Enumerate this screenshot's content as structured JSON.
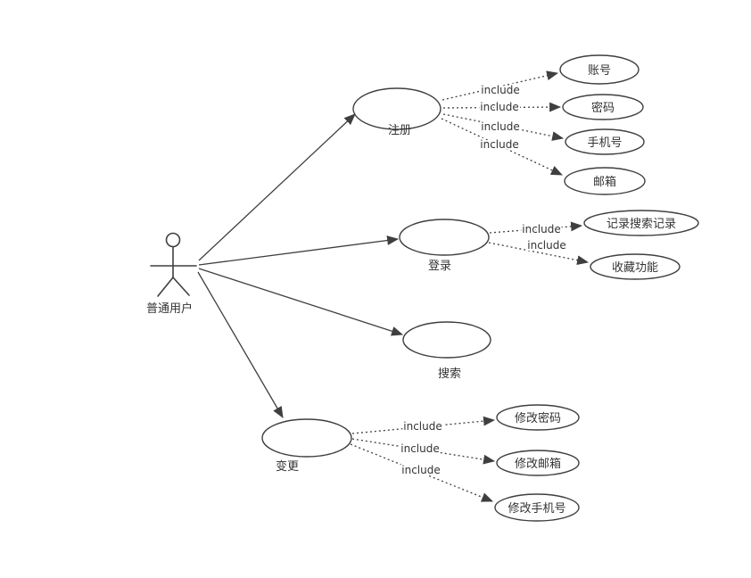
{
  "diagram": {
    "type": "uml-use-case",
    "actor": {
      "label": "普通用户"
    },
    "use_cases": [
      {
        "id": "register",
        "label": "注册"
      },
      {
        "id": "login",
        "label": "登录"
      },
      {
        "id": "search",
        "label": "搜索"
      },
      {
        "id": "change",
        "label": "变更"
      }
    ],
    "sub_use_cases": [
      {
        "id": "account",
        "label": "账号"
      },
      {
        "id": "password",
        "label": "密码"
      },
      {
        "id": "phone",
        "label": "手机号"
      },
      {
        "id": "email",
        "label": "邮箱"
      },
      {
        "id": "record_search_history",
        "label": "记录搜索记录"
      },
      {
        "id": "favorites",
        "label": "收藏功能"
      },
      {
        "id": "change_password",
        "label": "修改密码"
      },
      {
        "id": "change_email",
        "label": "修改邮箱"
      },
      {
        "id": "change_phone",
        "label": "修改手机号"
      }
    ],
    "associations": [
      {
        "from": "普通用户",
        "to": "注册"
      },
      {
        "from": "普通用户",
        "to": "登录"
      },
      {
        "from": "普通用户",
        "to": "搜索"
      },
      {
        "from": "普通用户",
        "to": "变更"
      }
    ],
    "includes": [
      {
        "from": "注册",
        "to": "账号",
        "label": "include"
      },
      {
        "from": "注册",
        "to": "密码",
        "label": "include"
      },
      {
        "from": "注册",
        "to": "手机号",
        "label": "include"
      },
      {
        "from": "注册",
        "to": "邮箱",
        "label": "include"
      },
      {
        "from": "登录",
        "to": "记录搜索记录",
        "label": "include"
      },
      {
        "from": "登录",
        "to": "收藏功能",
        "label": "include"
      },
      {
        "from": "变更",
        "to": "修改密码",
        "label": "include"
      },
      {
        "from": "变更",
        "to": "修改邮箱",
        "label": "include"
      },
      {
        "from": "变更",
        "to": "修改手机号",
        "label": "include"
      }
    ],
    "colors": {
      "stroke": "#3f3f3f",
      "text": "#333333",
      "background": "#ffffff"
    }
  }
}
